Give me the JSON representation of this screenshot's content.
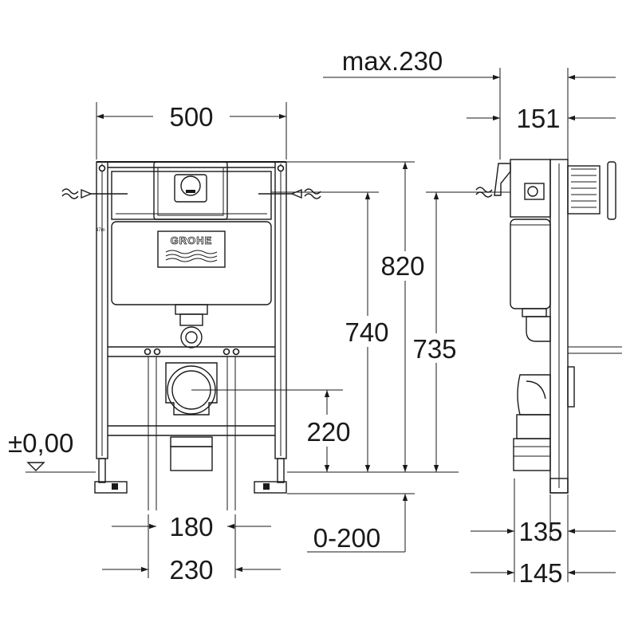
{
  "brand": {
    "logo_text": "GROHE",
    "frame_mark": "47m"
  },
  "front_view": {
    "width_label": "500",
    "height_total_label": "820",
    "height_740_label": "740",
    "height_735_label": "735",
    "outlet_height_label": "220",
    "datum_label": "±0,00",
    "spacing_180_label": "180",
    "spacing_230_label": "230",
    "adjust_label": "0-200"
  },
  "side_view": {
    "max_depth_label": "max.230",
    "depth_151_label": "151",
    "depth_135_label": "135",
    "depth_145_label": "145"
  }
}
